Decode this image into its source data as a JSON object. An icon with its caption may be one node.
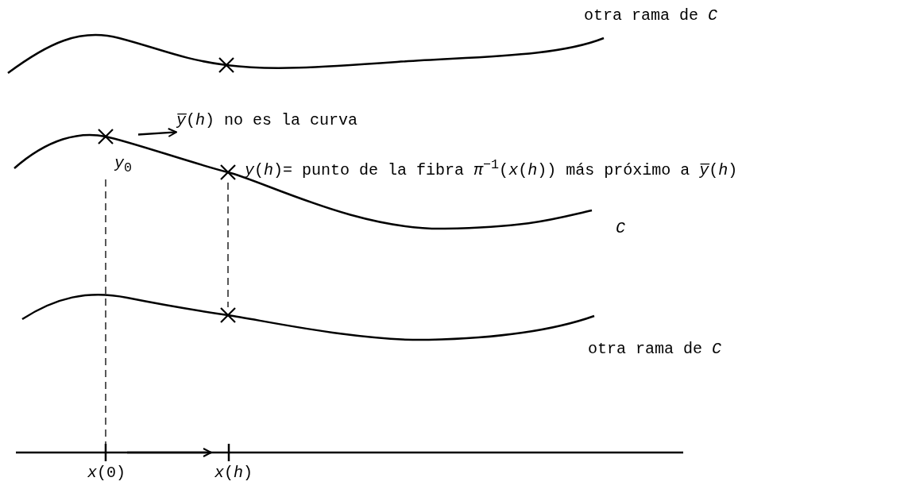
{
  "diagram": {
    "nodes": [
      {
        "text": [
          "*y*$_{0}$"
        ]
      },
      {
        "text": [
          "*y̅*(*h*)  no es la curva"
        ]
      },
      {
        "text": [
          "*y*(*h*)= punto de la fibra *π*$^{−1}$(*x*(*h*)) más próximo a *y̅*(*h*)"
        ]
      },
      {
        "text": [],
        "shape": "cross"
      },
      {
        "text": [
          "*x*(0)"
        ]
      },
      {
        "text": [
          "*x*(*h*)"
        ]
      }
    ],
    "edges": [
      {
        "from": 0,
        "to": 1,
        "arrow": "to"
      },
      {
        "from": 2,
        "to": 3,
        "arrow": "none",
        "style": "dashed"
      },
      {
        "from": 0,
        "to": 4,
        "arrow": "none",
        "style": "dashed"
      },
      {
        "from": 4,
        "to": 5,
        "arrow": "to"
      }
    ],
    "labels": [
      "otra rama de *C*",
      "*C*",
      "otra rama de *C*"
    ]
  }
}
